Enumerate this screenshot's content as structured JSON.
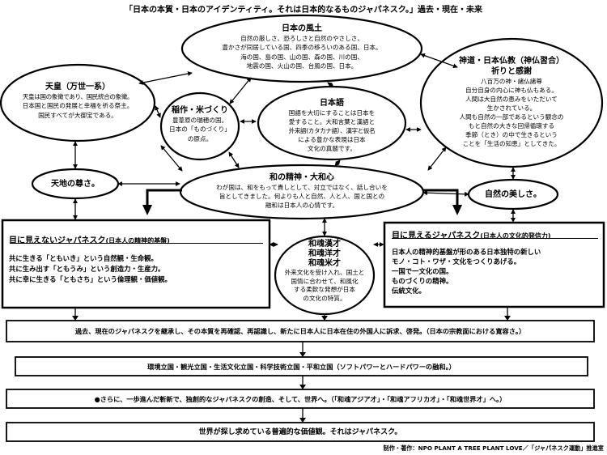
{
  "header": {
    "title": "「日本の本質・日本のアイデンティティ。それは日本的なるものジャパネスク。」過去・現在・未来"
  },
  "nodes": {
    "fudo": {
      "title": "日本の風土",
      "lines": [
        "自然の厳しさ、恐ろしさと自然のやさしさ、",
        "豊かさが同居している国、四季の移ろいのある国、日本。",
        "海の国、島の国、山の国、森の国、川の国、",
        "地震の国、火山の国、台風の国、日本。"
      ]
    },
    "tenno": {
      "title": "天皇（万世一系）",
      "lines": [
        "天皇は国の象徴であり、国民統合の象徴。",
        "日本国と国民の発展と幸福を祈る祭主。",
        "国民すべてが大御宝である。"
      ]
    },
    "inasaku": {
      "title": "稲作・米づくり",
      "lines": [
        "豊葦原の瑞穂の国。",
        "日本の「ものづくり」",
        "の原点。"
      ]
    },
    "nihongo": {
      "title": "日本語",
      "lines": [
        "国語を大切にすることは日本を",
        "愛すること。大和言葉と漢語と",
        "外来語(カタカナ語）、漢字と仮名",
        "による豊かな表現は日本",
        "文化の真髄です。"
      ]
    },
    "shinto": {
      "title_lines": [
        "神道・日本仏教（神仏習合）",
        "祈りと感謝"
      ],
      "lines": [
        "八百万の神・諸仏諸尊",
        "自分自身の内心に神も仏もある。",
        "人間は大自然の恵みをいただいて",
        "生かされている。",
        "人間も自然の一部であるという観念の",
        "もと自然の大きな回帰循環する",
        "季節（とき）の中で生きるという",
        "ことを「生活の知恵」としてきた。"
      ]
    },
    "wa": {
      "title": "和の精神・大和心",
      "lines": [
        "わが国は、和をもって貴しとして、対立ではなく、話し合いを",
        "旨としてきました。何よりも人と自然、人と人、国と国との",
        "融和は日本人の心情です。"
      ]
    },
    "tenchi": {
      "title": "天地の尊さ。"
    },
    "shizen": {
      "title": "自然の美しさ。"
    },
    "wakon": {
      "title_lines": [
        "和魂漢才",
        "和魂洋才",
        "和魂米才"
      ],
      "lines": [
        "外来文化を受け入れ、国土と",
        "国情に合わせて、和風化",
        "する柔軟な発想が日本",
        "の文化の特質。"
      ]
    }
  },
  "boxes": {
    "invisible": {
      "title": "目に見えないジャパネスク",
      "subtitle": "(日本人の精神的基盤)",
      "items": [
        "共に生きる「ともいき」という自然観・生命観。",
        "共に生み出す「ともうみ」という創造力・生産力。",
        "共に幸に生きる「ともさち」という倫理観・価値観。"
      ]
    },
    "visible": {
      "title": "目に見えるジャパネスク",
      "subtitle": "(日本人の文化的発信力)",
      "items": [
        "日本人の精神的基盤が形のある日本独特の新しい",
        "モノ・コト・ワザ・文化をつくりあげる。",
        "一国で一文化の国。",
        "ものづくりの精神。",
        "伝統文化。"
      ]
    }
  },
  "bars": [
    "過去、現在のジャパネスクを継承し、その本質を再確認、再認識し、新たに日本人に日本在住の外国人に訴求、啓発。（日本の宗教面における寛容さ。）",
    "環境立国・観光立国・生活文化立国・科学技術立国・平和立国（ソフトパワーとハードパワーの融和。）",
    "●さらに、一歩進んだ斬新で、独創的なジャパネスクの創造、そして、世界へ。（「和魂アジア才」・「和魂アフリカ才」・「和魂世界才」へ。）",
    "世界が探し求めている普遍的な価値観。それはジャパネスク。"
  ],
  "footer": {
    "credit": "制作・著作：NPO PLANT A TREE PLANT LOVE／「ジャパネスク運動」推進室"
  }
}
